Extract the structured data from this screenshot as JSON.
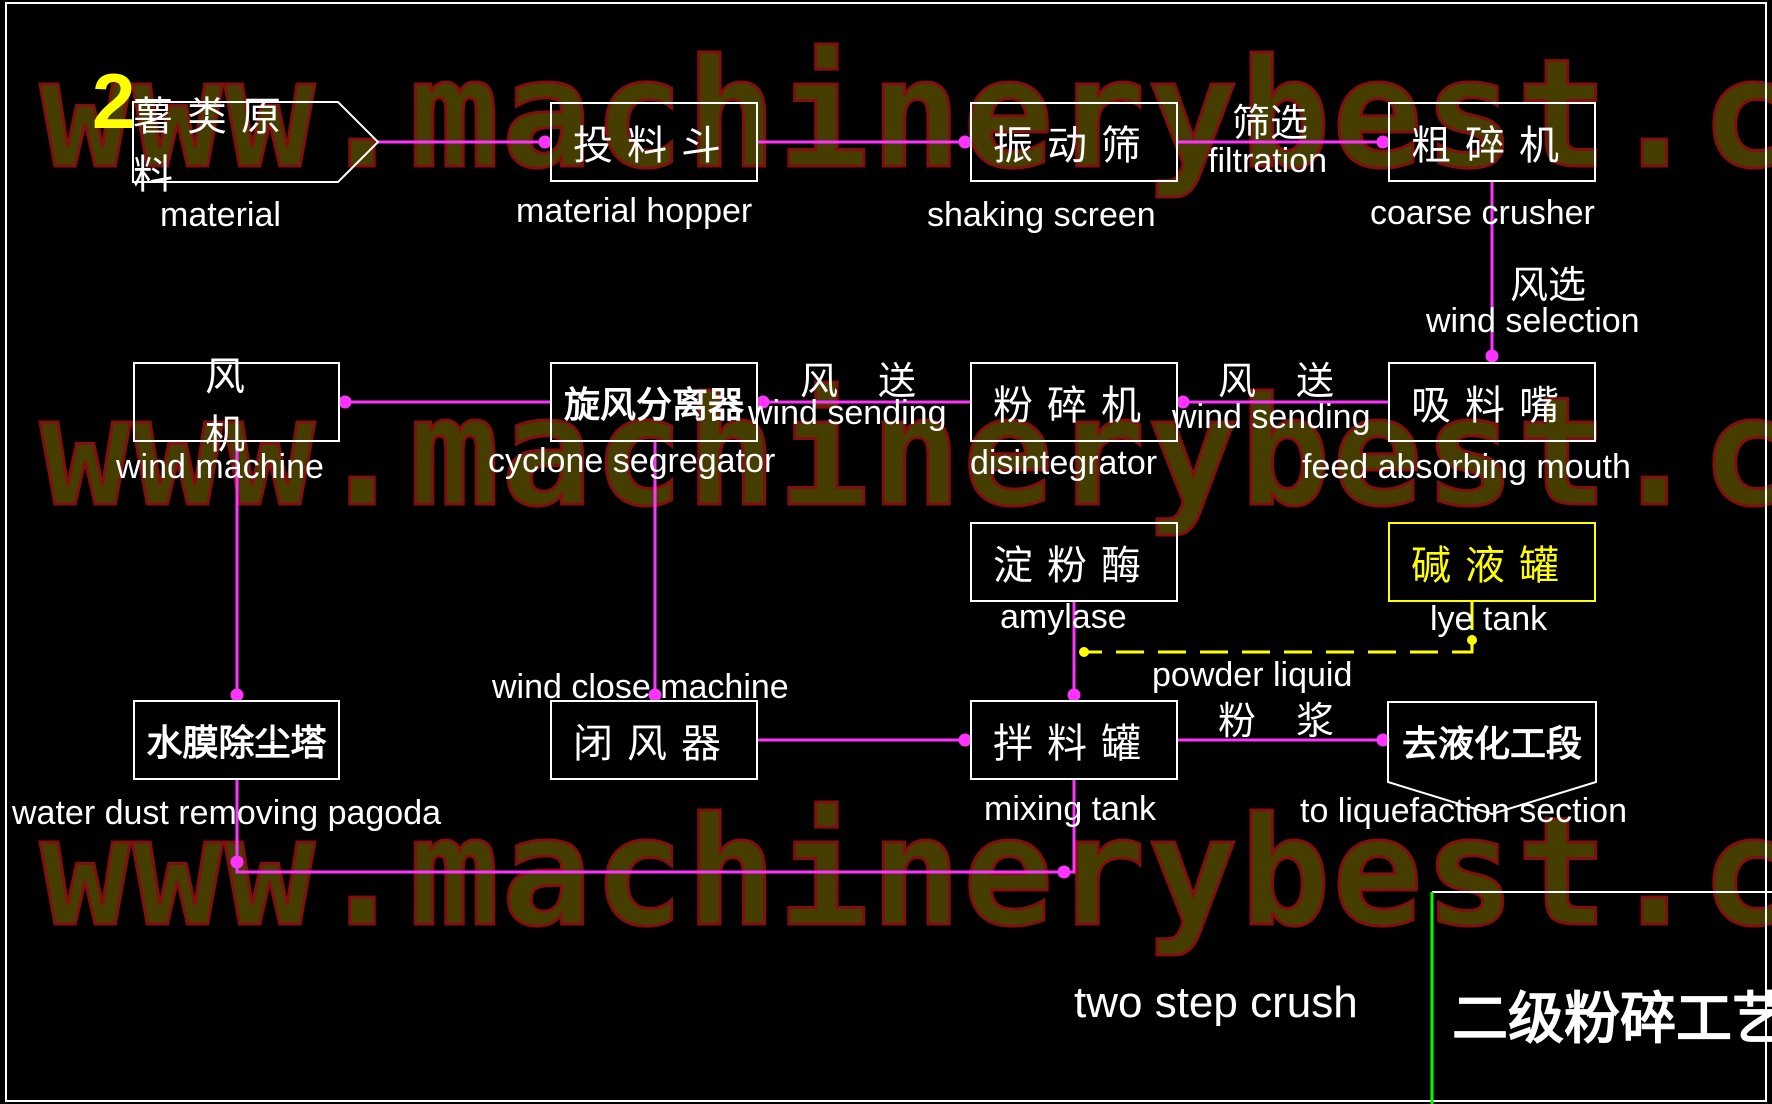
{
  "step_number": "2",
  "watermark": "www.machinerybest.com",
  "colors": {
    "background": "#000000",
    "flow_line": "#ff33ff",
    "box_border": "#ffffff",
    "lye": "#ffff00",
    "watermark_fill": "#4a4200",
    "watermark_outline": "#8a1010",
    "title_divider": "#00ff00"
  },
  "nodes": {
    "material": {
      "cn": "薯类原料",
      "en": "material"
    },
    "hopper": {
      "cn": "投料斗",
      "en": "material hopper"
    },
    "screen": {
      "cn": "振动筛",
      "en": "shaking screen"
    },
    "coarse": {
      "cn": "粗碎机",
      "en": "coarse crusher"
    },
    "feedmouth": {
      "cn": "吸料嘴",
      "en": "feed absorbing mouth"
    },
    "disintegrator": {
      "cn": "粉碎机",
      "en": "disintegrator"
    },
    "cyclone": {
      "cn": "旋风分离器",
      "en": "cyclone segregator"
    },
    "windmachine": {
      "cn": "风机",
      "en": "wind machine"
    },
    "pagoda": {
      "cn": "水膜除尘塔",
      "en": "water dust removing pagoda"
    },
    "windclose": {
      "cn": "闭风器",
      "en": "wind close machine"
    },
    "mixing": {
      "cn": "拌料罐",
      "en": "mixing tank"
    },
    "amylase": {
      "cn": "淀粉酶",
      "en": "amylase"
    },
    "lye": {
      "cn": "碱液罐",
      "en": "lye tank"
    },
    "liquefaction": {
      "cn": "去液化工段",
      "en": "to liquefaction section"
    }
  },
  "edges": {
    "filtration": {
      "cn": "筛选",
      "en": "filtration"
    },
    "windsel": {
      "cn": "风选",
      "en": "wind selection"
    },
    "windsend1": {
      "cn": "风送",
      "en": "wind sending"
    },
    "windsend2": {
      "cn": "风送",
      "en": "wind sending"
    },
    "powderliquid": {
      "cn": "粉浆",
      "en": "powder liquid"
    }
  },
  "title": {
    "en": "two step crush",
    "cn": "二级粉碎工艺"
  }
}
